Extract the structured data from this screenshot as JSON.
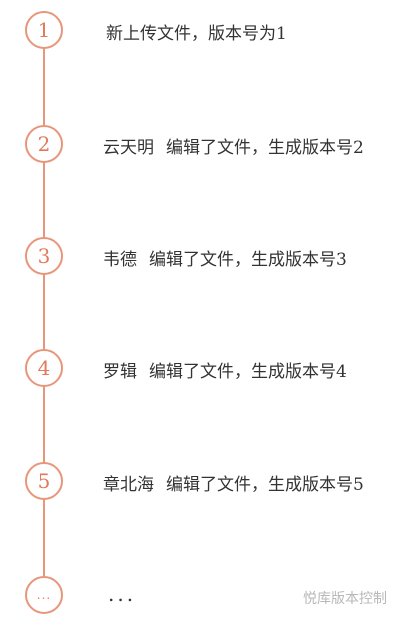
{
  "steps": [
    {
      "number": "1",
      "actor": "",
      "text": "新上传文件，版本号为1"
    },
    {
      "number": "2",
      "actor": "云天明",
      "text": "编辑了文件，生成版本号2"
    },
    {
      "number": "3",
      "actor": "韦德",
      "text": "编辑了文件，生成版本号3"
    },
    {
      "number": "4",
      "actor": "罗辑",
      "text": "编辑了文件，生成版本号4"
    },
    {
      "number": "5",
      "actor": "章北海",
      "text": "编辑了文件，生成版本号5"
    }
  ],
  "more": {
    "number": "...",
    "text": "..."
  },
  "watermark": "悦库版本控制",
  "colors": {
    "accent": "#e8967a",
    "text": "#333333",
    "watermark": "#b8b8b8"
  }
}
